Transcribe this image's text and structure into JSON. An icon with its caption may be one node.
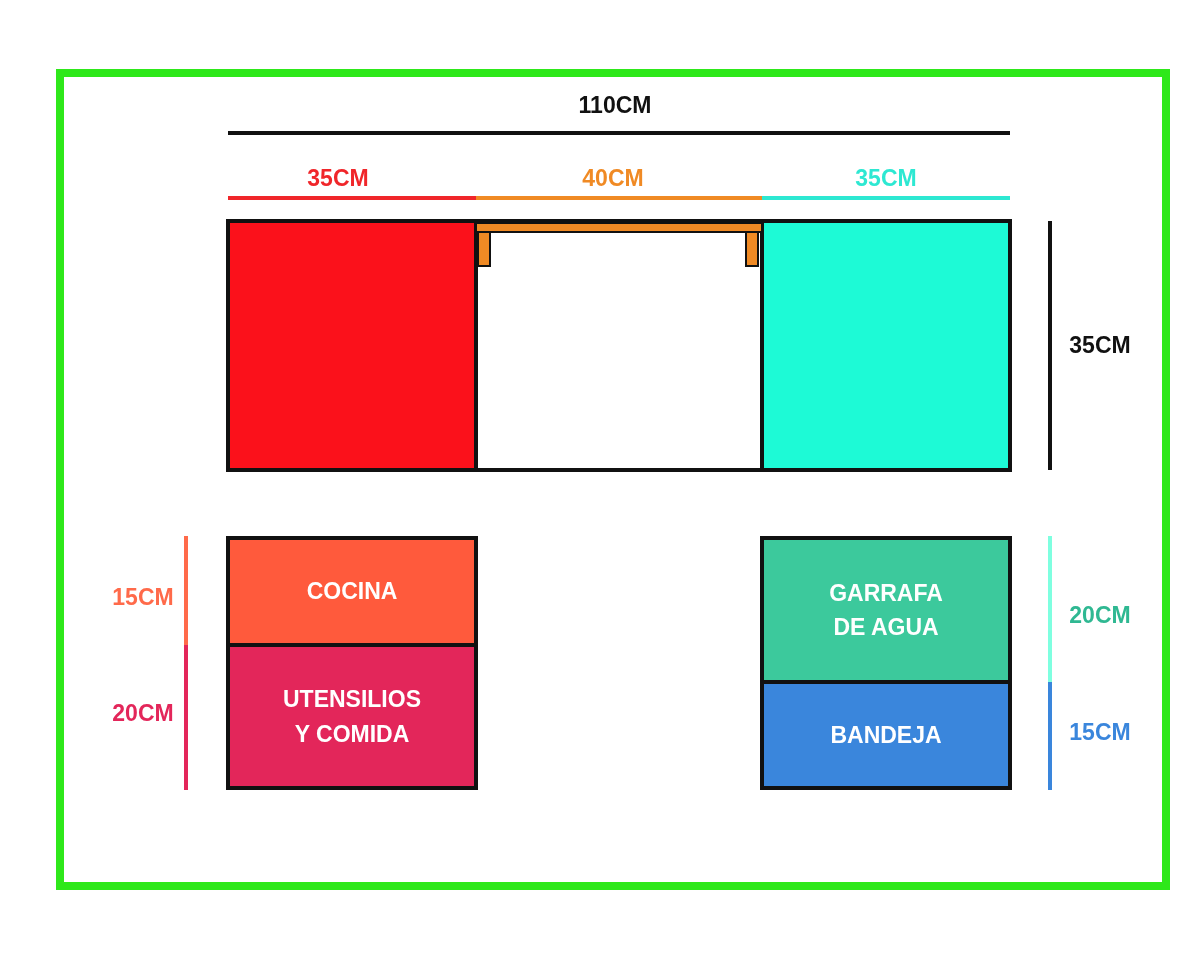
{
  "diagram": {
    "nodes": [
      {
        "text": [],
        "shape": "box"
      },
      {
        "text": [],
        "shape": "box"
      },
      {
        "text": [],
        "shape": "box"
      },
      {
        "text": [
          "COCINA"
        ]
      },
      {
        "text": [
          "UTENSILIOS Y COMIDA"
        ]
      },
      {
        "text": [
          "GARRAFA DE AGUA"
        ]
      },
      {
        "text": [
          "BANDEJA"
        ]
      }
    ],
    "labels": [
      "110CM",
      "35CM",
      "40CM",
      "35CM",
      "35CM",
      "15CM",
      "20CM",
      "20CM",
      "15CM"
    ]
  }
}
